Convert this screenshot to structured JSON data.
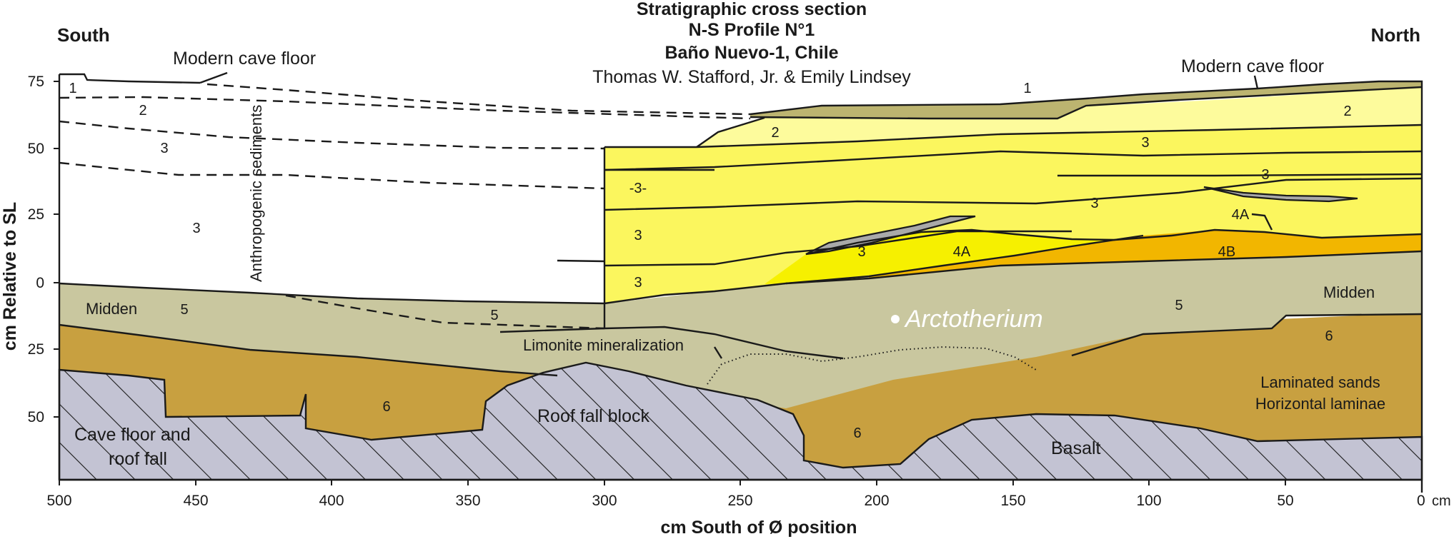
{
  "title": {
    "line1": "Stratigraphic cross section",
    "line2": "N-S Profile N°1",
    "line3": "Baño Nuevo-1, Chile",
    "authors": "Thomas W. Stafford, Jr. & Emily Lindsey"
  },
  "directions": {
    "left": "South",
    "right": "North"
  },
  "axes": {
    "x_label": "cm South of Ø position",
    "y_label": "cm Relative to SL",
    "x_ticks": [
      "500",
      "450",
      "400",
      "350",
      "300",
      "250",
      "200",
      "150",
      "100",
      "50",
      "0"
    ],
    "x_unit": "cm",
    "y_ticks": [
      "75",
      "50",
      "25",
      "0",
      "25",
      "50"
    ]
  },
  "labels": {
    "modern_cave_floor_left": "Modern cave floor",
    "modern_cave_floor_right": "Modern cave floor",
    "anthropogenic": "Anthropogenic sediments",
    "midden_left": "Midden",
    "midden_right": "Midden",
    "arctotherium": "Arctotherium",
    "limonite": "Limonite mineralization",
    "roof_fall_block": "Roof fall block",
    "cave_floor_line1": "Cave floor and",
    "cave_floor_line2": "roof fall",
    "basalt": "Basalt",
    "laminated_line1": "Laminated sands",
    "laminated_line2": "Horizontal laminae"
  },
  "layer_numbers": {
    "l1_left": "1",
    "l1_mid": "1",
    "l2_left": "2",
    "l2_mid": "2",
    "l2_right": "2",
    "l3_left_upper": "3",
    "l3_left_lower": "3",
    "l3_a": "-3-",
    "l3_b": "3",
    "l3_c": "3",
    "l3_d": "3",
    "l3_e": "3",
    "l3_f": "3",
    "l3_g": "3",
    "l4a": "4A",
    "l4a_right": "4A",
    "l4b": "4B",
    "l5_left": "5",
    "l5_mid": "5",
    "l5_right": "5",
    "l6_left": "6",
    "l6_mid": "6",
    "l6_right": "6"
  },
  "colors": {
    "brown_layer": "#c8a040",
    "midden_tan": "#c9c79f",
    "yellow_light": "#fdfb9c",
    "yellow_main": "#fbf65e",
    "yellow_bright": "#f6f000",
    "orange": "#f2b600",
    "gray_lens": "#a9a9a9",
    "olive_floor": "#bcb470",
    "bedrock": "#c3c3d3"
  }
}
